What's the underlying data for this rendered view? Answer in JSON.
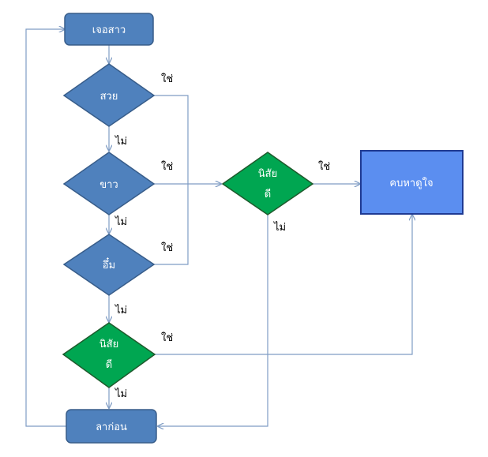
{
  "colors": {
    "blue_box": "#4F81BD",
    "blue_box_border": "#385D8A",
    "blue_result": "#5B8EF0",
    "blue_result_border": "#1F3A93",
    "green_decision": "#00A651",
    "green_border": "#1E5A2C",
    "connector": "#7F9CC4"
  },
  "nodes": {
    "start": "เจอสาว",
    "d_pretty": "สวย",
    "d_white": "ขาว",
    "d_plump": "อึ๋ม",
    "d_nature_left_line1": "นิสัย",
    "d_nature_left_line2": "ดี",
    "d_nature_right_line1": "นิสัย",
    "d_nature_right_line2": "ดี",
    "result_date": "คบหาดูใจ",
    "result_bye": "ลาก่อน"
  },
  "edge_labels": {
    "yes_pretty": "ใช่",
    "yes_white": "ใช่",
    "yes_plump": "ใช่",
    "yes_nature_left": "ใช่",
    "yes_nature_right": "ใช่",
    "no_pretty": "ไม่",
    "no_white": "ไม่",
    "no_plump": "ไม่",
    "no_nature_left": "ไม่",
    "no_nature_right": "ไม่"
  }
}
